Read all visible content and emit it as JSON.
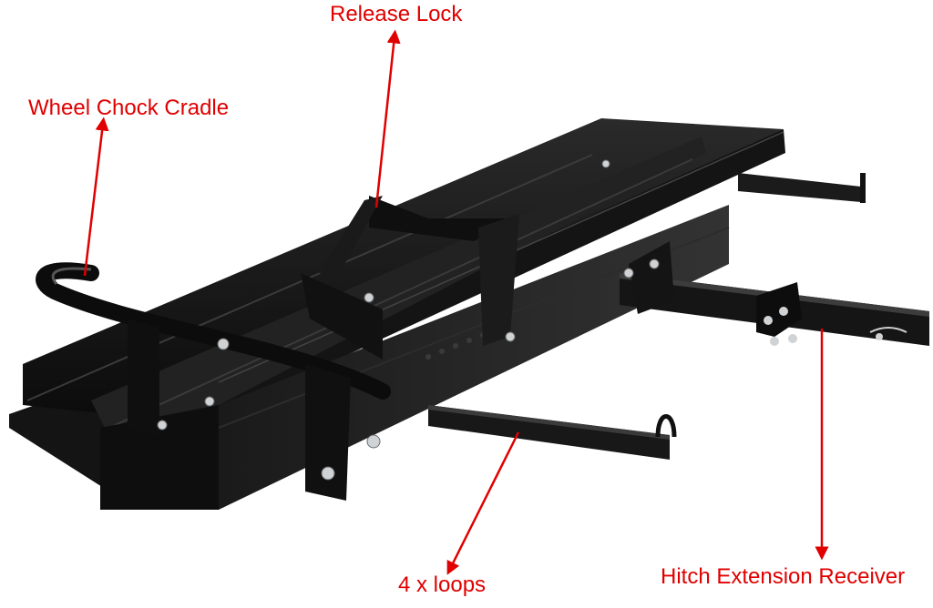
{
  "image": {
    "subject": "Motorcycle hitch carrier rack",
    "background_color": "#ffffff",
    "product_color": "#111111",
    "annotation_color": "#e00000"
  },
  "annotations": [
    {
      "id": "release",
      "label": "Release Lock",
      "arrow": "up",
      "points_to": "wheel chock release lock"
    },
    {
      "id": "wheel",
      "label": "Wheel Chock Cradle",
      "arrow": "up",
      "points_to": "wheel chock cradle bar"
    },
    {
      "id": "loops",
      "label": "4 x loops",
      "arrow": "down",
      "points_to": "tie-down loop arm"
    },
    {
      "id": "hitch",
      "label": "Hitch Extension Receiver",
      "arrow": "down",
      "points_to": "hitch extension receiver tube"
    }
  ]
}
